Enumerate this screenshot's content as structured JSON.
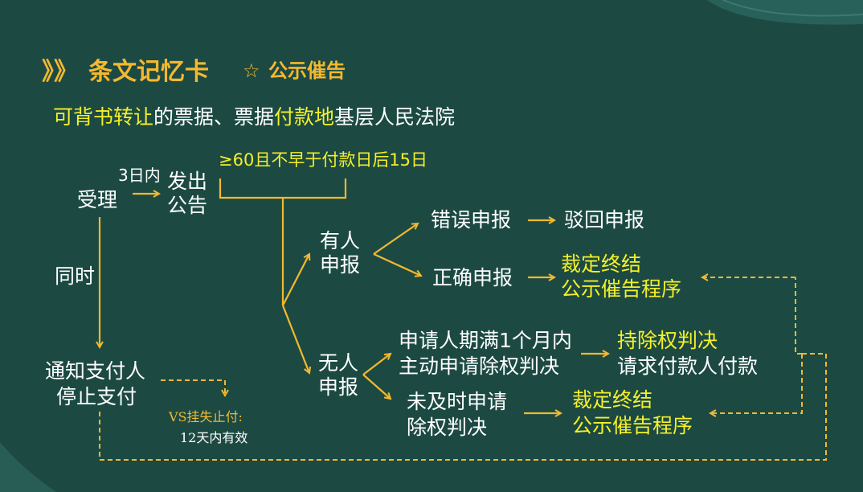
{
  "colors": {
    "background": "#1c4a43",
    "accent_gold": "#f5b82e",
    "highlight_yellow": "#f5f02a",
    "text": "#ffffff"
  },
  "header": {
    "chevrons": "》》",
    "title": "条文记忆卡",
    "star": "☆",
    "subtitle": "公示催告"
  },
  "intro": {
    "part1": "可背书转让",
    "part2": "的票据、票据",
    "part3": "付款地",
    "part4": "基层人民法院"
  },
  "nodes": {
    "accept": "受理",
    "within3days": "3日内",
    "issue_line1": "发出",
    "issue_line2": "公告",
    "period": "≥60且不早于付款日后15日",
    "simultaneous": "同时",
    "notify_line1": "通知支付人",
    "notify_line2": "停止支付",
    "vs_line1": "VS挂失止付:",
    "vs_line2": "12天内有效",
    "someone_line1": "有人",
    "someone_line2": "申报",
    "wrong_report": "错误申报",
    "reject_report": "驳回申报",
    "correct_report": "正确申报",
    "terminate1_line1": "裁定终结",
    "terminate1_line2": "公示催告程序",
    "noone_line1": "无人",
    "noone_line2": "申报",
    "applicant_line1": "申请人期满1个月内",
    "applicant_line2": "主动申请除权判决",
    "hold_line1": "持除权判决",
    "hold_line2": "请求付款人付款",
    "late_line1": "未及时申请",
    "late_line2": "除权判决",
    "terminate2_line1": "裁定终结",
    "terminate2_line2": "公示催告程序"
  }
}
